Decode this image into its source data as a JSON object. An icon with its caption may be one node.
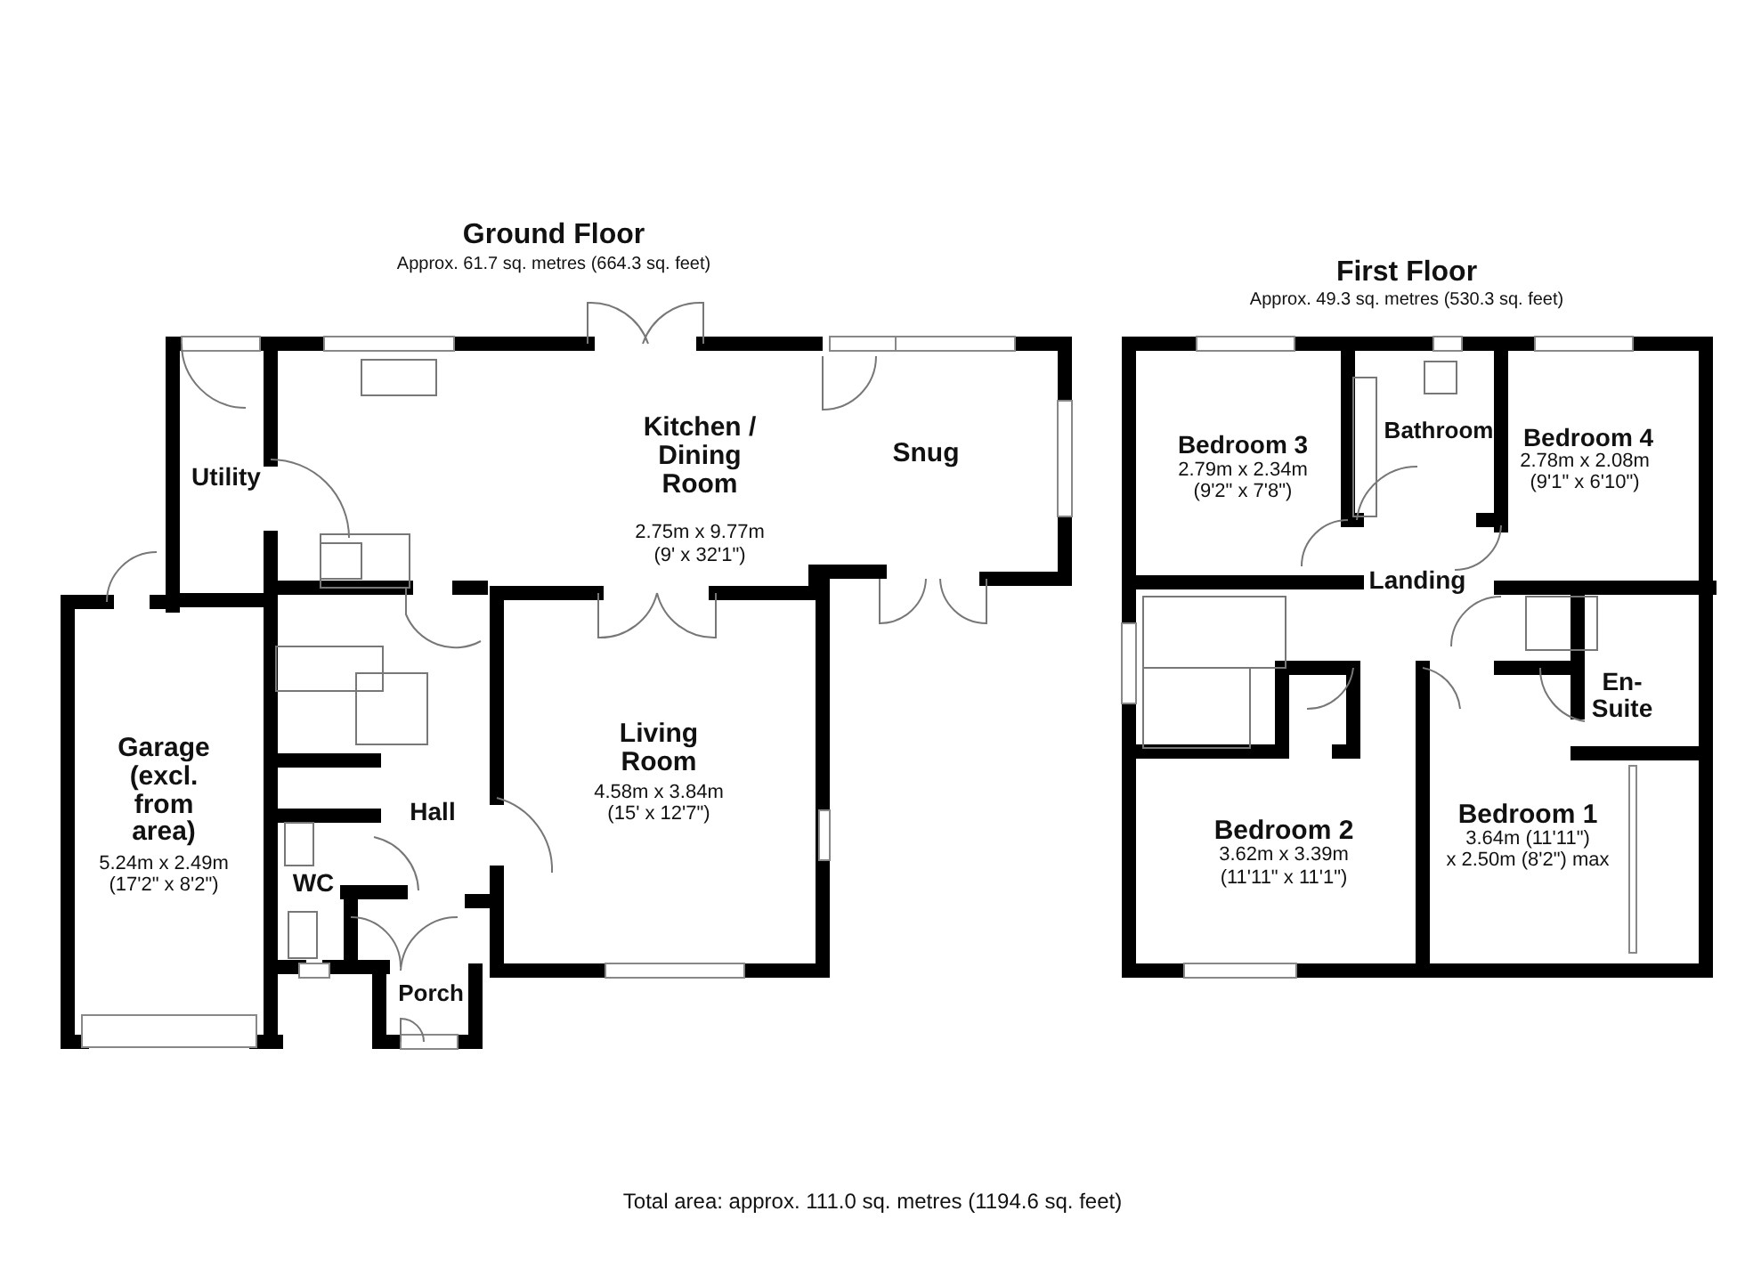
{
  "diagram": {
    "labels": [
      "Ground Floor",
      "Approx. 61.7 sq. metres (664.3 sq. feet)",
      "First Floor",
      "Approx. 49.3 sq. metres (530.3 sq. feet)",
      "Kitchen / Dining Room",
      "2.75m x 9.77m",
      "(9' x 32'1\")",
      "Snug",
      "Bedroom 3",
      "2.79m x 2.34m",
      "(9'2\" x 7'8\")",
      "Bathroom",
      "Bedroom 4",
      "2.78m x 2.08m",
      "(9'1\" x 6'10\")",
      "Utility",
      "Landing",
      "Garage (excl. from area)",
      "5.24m x 2.49m",
      "(17'2\" x 8'2\")",
      "Living Room",
      "4.58m x 3.84m",
      "(15' x 12'7\")",
      "Hall",
      "En-Suite",
      "WC",
      "Bedroom 2",
      "3.62m x 3.39m",
      "(11'11\" x 11'1\")",
      "Bedroom 1",
      "3.64m (11'11\")",
      "x 2.50m (8'2\") max",
      "Porch",
      "Total area: approx. 111.0 sq. metres (1194.6 sq. feet)"
    ]
  }
}
